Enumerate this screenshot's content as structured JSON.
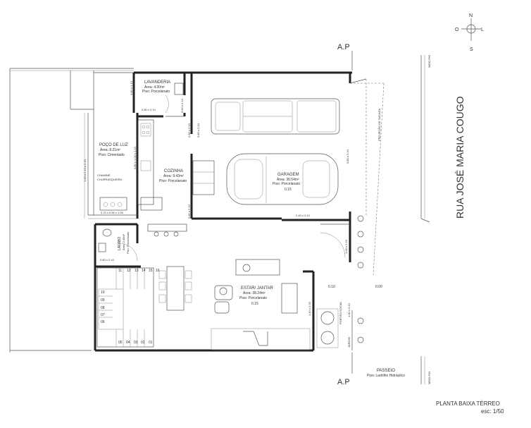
{
  "section_marks": {
    "top": "A.P",
    "bottom": "A.P"
  },
  "compass": {
    "north": "N",
    "south": "S",
    "east": "L",
    "west": "O"
  },
  "street_name": "RUA JOSÉ MARIA COUGO",
  "sheet": {
    "title": "PLANTA BAIXA TÉRREO",
    "scale": "esc: 1/50"
  },
  "rooms": {
    "lavanderia": {
      "name": "LAVANDERIA",
      "area": "Área: 4.00m²",
      "floor": "Piso: Porcelanato"
    },
    "poco_de_luz": {
      "name": "POÇO DE LUZ",
      "area": "Área: 8.21m²",
      "floor": "Piso: Cimentado"
    },
    "cozinha": {
      "name": "COZINHA",
      "area": "Área: 9.43m²",
      "floor": "Piso: Porcelanato"
    },
    "garagem": {
      "name": "GARAGEM",
      "area": "Área: 36.54m²",
      "floor": "Piso: Porcelanato",
      "level": "0.15"
    },
    "lavabo": {
      "name": "LAVABO",
      "area": "Área: 2.49m²",
      "floor": "Piso: Porcelanato"
    },
    "estar_jantar": {
      "name": "ESTAR/ JANTAR",
      "area": "Área: 38.24m²",
      "floor": "Piso: Porcelanato",
      "level": "0.15"
    },
    "passeio": {
      "name": "PASSEIO",
      "floor": "Piso: Ladrilho Hidráulico"
    }
  },
  "labels": {
    "chamine": "CHAMINÉ",
    "churrasqueira": "CHURRASQUEIRA",
    "projecao": "PROJEÇÃO DE SACADA",
    "portao": "PORTÃO SOCIAL",
    "jardim": "JARDIM",
    "meio_fio_top": "MEIO-FIO",
    "meio_fio_bottom": "MEIO-FIO",
    "level_entry": "0.10",
    "level_street": "0.00"
  },
  "stair_numbers": {
    "top": [
      "11",
      "12",
      "13",
      "14",
      "15",
      "16"
    ],
    "side": [
      "10",
      "09",
      "08",
      "07",
      "06"
    ],
    "bottom": [
      "05",
      "04",
      "03",
      "02",
      "01"
    ]
  },
  "dimensions": {
    "d_lav_window": "0.80 x 1.10",
    "d_lav_door": "0.80 x 2.10",
    "d_lav_side": "0.60 x 2.10",
    "d_coz_left": "0.80 x 1.00 x 1.10",
    "d_coz_garage": "0.80 x 2.10",
    "d_poco_side": "1.00 x 2.10 x 2.10",
    "d_churrasq": "0.70 x 0.50 x 1.90",
    "d_garage_left": "0.80 x 2.10",
    "d_garage_right": "0.80 x 2.10",
    "d_garage_bottom": "2.40 x 2.10",
    "d_coz_bottom": "0.80 x 2.10",
    "d_lavabo": "0.80 x 2.10",
    "d_entry": "1.00 x 2.10",
    "d_estar_right": "1.40 x 2.30",
    "d_portao": "1.00 x 2.10"
  }
}
